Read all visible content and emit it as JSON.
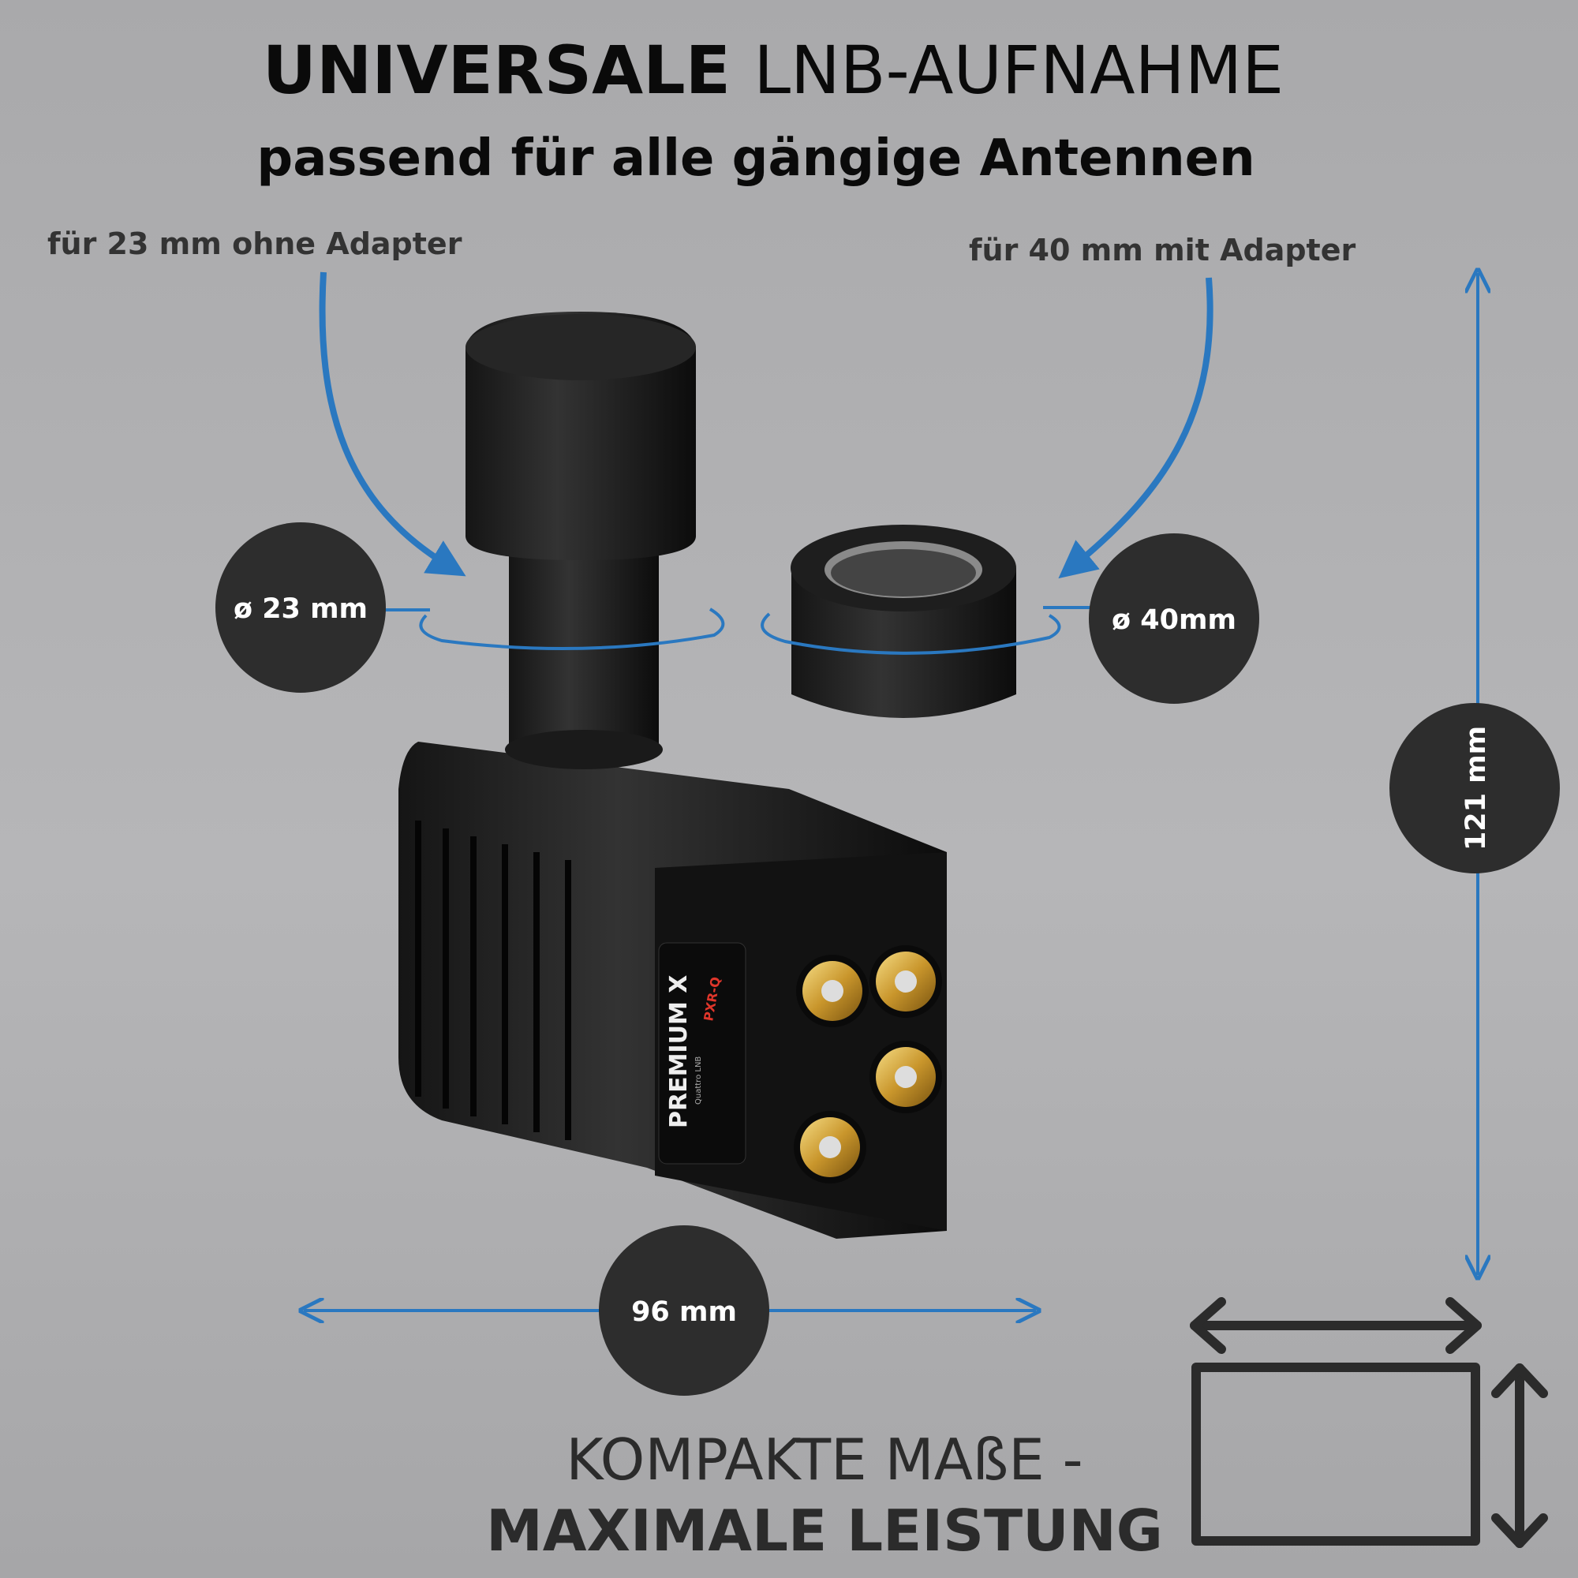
{
  "header": {
    "title_bold": "UNIVERSALE",
    "title_regular": "LNB-AUFNAHME",
    "subtitle": "passend für alle gängige Antennen"
  },
  "callouts": {
    "left": "für 23 mm ohne Adapter",
    "right": "für 40 mm mit Adapter"
  },
  "dimensions": {
    "diameter_small": "ø 23 mm",
    "diameter_large": "ø 40mm",
    "height": "121 mm",
    "width": "96 mm"
  },
  "product_label": {
    "brand": "PREMIUM X",
    "tagline": "Quattro LNB",
    "model": "PXR-Q"
  },
  "footer": {
    "line1": "KOMPAKTE MAßE -",
    "line2": "MAXIMALE LEISTUNG"
  },
  "colors": {
    "accent_blue": "#2a78c0",
    "circle_fill": "#2d2d2d",
    "background": "#afafb1",
    "brand_red": "#e0362b"
  }
}
